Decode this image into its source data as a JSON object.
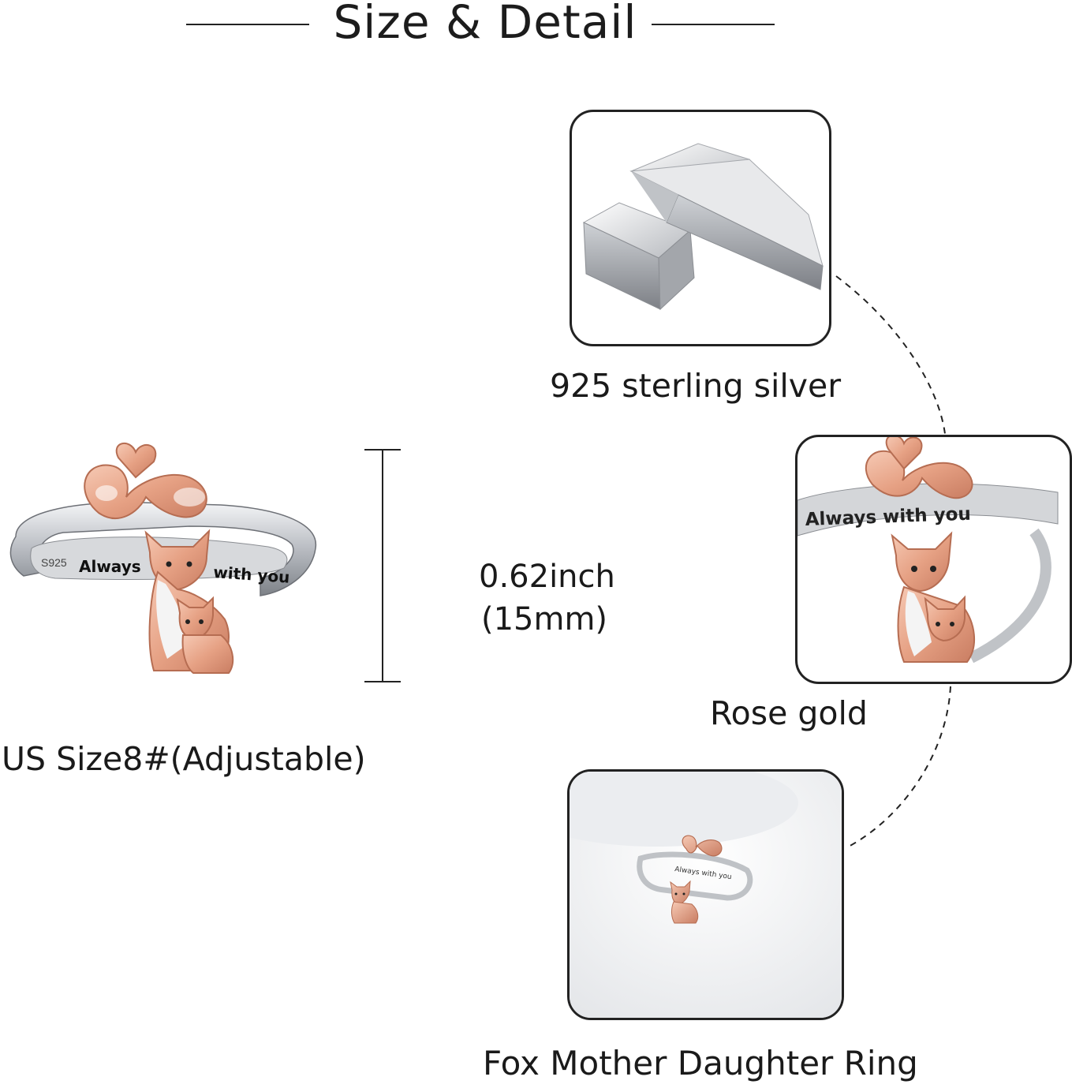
{
  "header": {
    "title": "Size & Detail"
  },
  "main_ring": {
    "engraving_left": "S925",
    "engraving_a": "Always",
    "engraving_b": "with you",
    "size_label": "US Size8#(Adjustable)"
  },
  "dimension": {
    "inch_label": "0.62inch",
    "mm_label": "(15mm)"
  },
  "details": [
    {
      "caption": "925 sterling silver"
    },
    {
      "caption": "Rose gold",
      "engraving": "Always with you"
    },
    {
      "caption": "Fox Mother Daughter Ring",
      "engraving": "Always with you"
    }
  ],
  "colors": {
    "rose_gold": "#e8a890",
    "silver": "#c9cbcf",
    "line": "#222222"
  }
}
